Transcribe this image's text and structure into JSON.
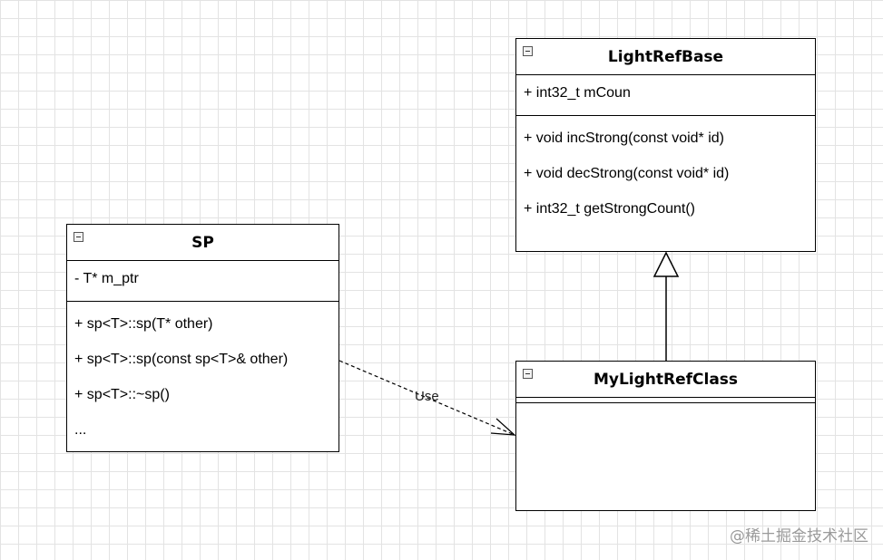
{
  "classes": {
    "light_ref_base": {
      "name": "LightRefBase",
      "attributes": [
        "+ int32_t mCoun"
      ],
      "methods": [
        "+ void incStrong(const void* id)",
        "+ void decStrong(const void* id)",
        "+ int32_t getStrongCount()"
      ]
    },
    "sp": {
      "name": "SP",
      "attributes": [
        "- T* m_ptr"
      ],
      "methods": [
        "+ sp<T>::sp(T* other)",
        "+ sp<T>::sp(const sp<T>& other)",
        "+ sp<T>::~sp()",
        "..."
      ]
    },
    "my_light_ref_class": {
      "name": "MyLightRefClass",
      "attributes": [],
      "methods": []
    }
  },
  "relationships": [
    {
      "type": "inheritance",
      "from": "MyLightRefClass",
      "to": "LightRefBase",
      "label": ""
    },
    {
      "type": "dependency",
      "from": "SP",
      "to": "MyLightRefClass",
      "label": "Use"
    }
  ],
  "watermark": "@稀土掘金技术社区",
  "icons": {
    "collapse": "collapse-icon"
  }
}
